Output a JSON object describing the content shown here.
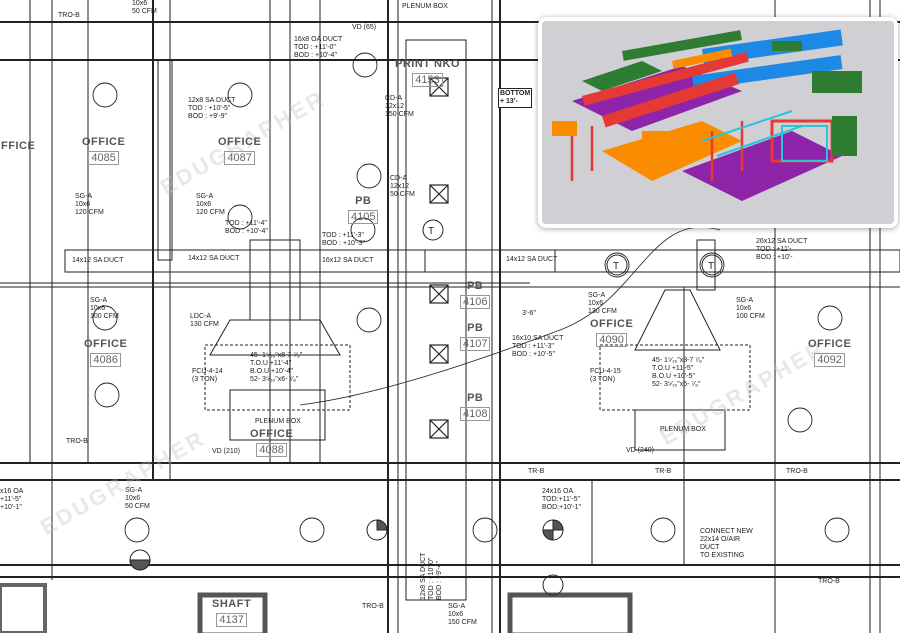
{
  "rooms": [
    {
      "name": "OFFICE",
      "number": "4085"
    },
    {
      "name": "OFFICE",
      "number": "4087"
    },
    {
      "name": "PRINT NKO",
      "number": "4153"
    },
    {
      "name": "PB",
      "number": "4105"
    },
    {
      "name": "PB",
      "number": "4106"
    },
    {
      "name": "PB",
      "number": "4107"
    },
    {
      "name": "PB",
      "number": "4108"
    },
    {
      "name": "OFFICE",
      "number": "4090"
    },
    {
      "name": "OFFICE",
      "number": "4092"
    },
    {
      "name": "OFFICE",
      "number": "4086"
    },
    {
      "name": "OFFICE",
      "number": "4088"
    },
    {
      "name": "SHAFT",
      "number": "4137"
    }
  ],
  "annotations": {
    "a1": "10x6\n50 CFM",
    "a2": "TRO-B",
    "a3": "PLENUM BOX",
    "a4": "VD (65)",
    "a5": "16x8 OA DUCT\nTOD : +11'-0\"\nBOD : +10'-4\"",
    "a6": "12x8 SA DUCT\nTOD : +10'-5\"\nBOD : +9'-9\"",
    "a7": "SG-A\n10x6\n120 CFM",
    "a8": "SG-A\n10x6\n120 CFM",
    "a9": "CD-A\n12x12\n150 CFM",
    "a10": "CD-A\n12x12\n50 CFM",
    "a11": "14x12 SA DUCT",
    "a12": "14x12 SA DUCT",
    "a13": "16x12 SA DUCT",
    "a14": "14x12 SA DUCT",
    "a15": "TOD : +11'-3\"\nBOD : +10'-3\"",
    "a16": "TOD : +11'-4\"\nBOD : +10'-4\"",
    "a17": "SG-A\n10x6\n100 CFM",
    "a18": "LDC-A\n130 CFM",
    "a19": "FCU-4-14\n(3 TON)",
    "a20": "45- 1⁵⁄₁₆\"x8-7 ⁷⁄₈\"\nT.O.U +11'-4\"\nB.O.U +10'-4\"\n52- 3⁵⁄₁₆\"x6- ⁷⁄₈\"",
    "a21": "PLENUM BOX",
    "a22": "VD (210)",
    "a23": "16x10 SA DUCT\nTOD : +11'-3\"\nBOD : +10'-5\"",
    "a24": "SG-A\n10x6\n130 CFM",
    "a25": "FCU-4-15\n(3 TON)",
    "a26": "45- 1⁵⁄₁₆\"x8-7 ⁷⁄₈\"\nT.O.U +11'-5\"\nB.O.U +10'-5\"\n52- 3⁵⁄₁₆\"x6- ⁷⁄₈\"",
    "a27": "PLENUM BOX",
    "a28": "VD (240)",
    "a29": "26x12 SA DUCT\nTOD : +11'-\nBOD : +10'-",
    "a30": "SG-A\n10x6\n100 CFM",
    "a31": "TRO-B",
    "a32": "24x16 OA\nTOD:+11'-5\"\nBOD:+10'-1\"",
    "a33": "x16 OA\n+11'-5\"\n+10'-1\"",
    "a34": "SG-A\n10x6\n50 CFM",
    "a35": "CONNECT NEW\n22x14 O/AIR\nDUCT\nTO EXISTING",
    "a36": "SG-A\n10x6\n150 CFM",
    "a37": "12x8 SA DUCT\nTOD : +10'-0\"\nBOD : +9'-4\"",
    "a38": "TR-B",
    "a39": "TR-B",
    "a40": "TRO-B",
    "a41": "TRO-B",
    "a42": "TRO-B",
    "a43": "BOTTOM\n+ 13'-",
    "a44": "3'-6\"",
    "a45": "OFFICE"
  },
  "watermark": "EDUGRAPHER",
  "inset": {
    "description_colors": [
      "#e53935",
      "#2e7d32",
      "#1e88e5",
      "#8e24aa",
      "#fb8c00",
      "#26c6da"
    ]
  }
}
